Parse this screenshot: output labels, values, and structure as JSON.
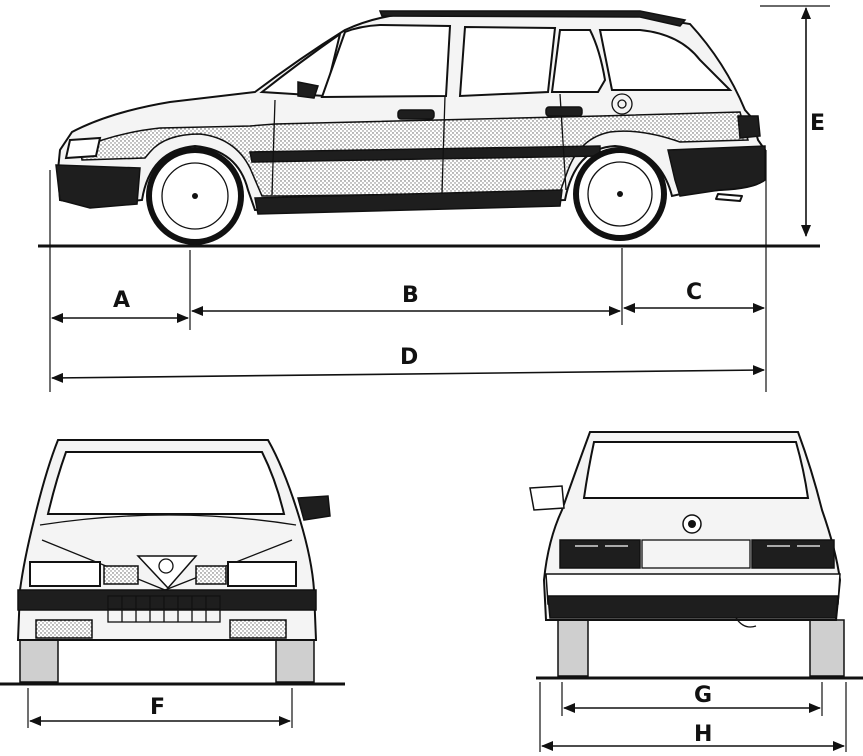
{
  "dimensions": {
    "A": "A",
    "B": "B",
    "C": "C",
    "D": "D",
    "E": "E",
    "F": "F",
    "G": "G",
    "H": "H"
  }
}
